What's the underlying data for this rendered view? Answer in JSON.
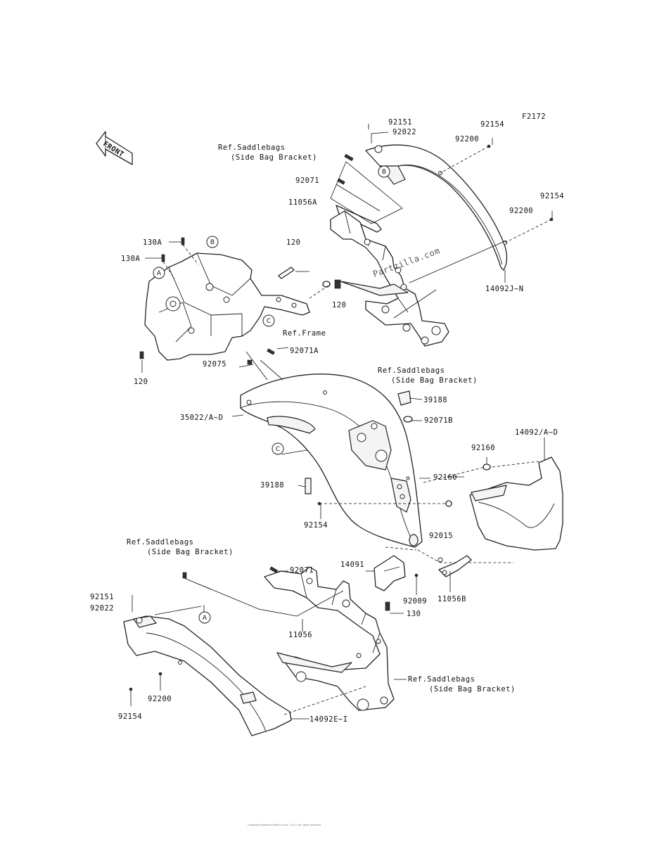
{
  "figure_code": "F2172",
  "front_label": "FRONT",
  "watermark": "Partzilla.com",
  "footer": "Copyright Kawasaki Motors Corp., U.S.A. All rights reserved.",
  "labels": {
    "p92151_top": "92151",
    "p92022_top": "92022",
    "p92154_top": "92154",
    "p92200_top": "92200",
    "ref_sb_top_1": "Ref.Saddlebags",
    "ref_sb_top_2": "(Side Bag Bracket)",
    "p92071_top": "92071",
    "p11056a": "11056A",
    "p92154_mid": "92154",
    "p92200_mid": "92200",
    "p130a_1": "130A",
    "p130a_2": "130A",
    "p120_top": "120",
    "p120_mid": "120",
    "ref_frame": "Ref.Frame",
    "p14092jn": "14092J~N",
    "p120_left": "120",
    "p92075": "92075",
    "p92071a": "92071A",
    "ref_sb_mid_1": "Ref.Saddlebags",
    "ref_sb_mid_2": "(Side Bag Bracket)",
    "p39188": "39188",
    "p35022": "35022/A~D",
    "p92071b": "92071B",
    "p14092ad": "14092/A~D",
    "p92160_1": "92160",
    "p92160_2": "92160",
    "p39188_2": "39188",
    "p92154_c": "92154",
    "p92015": "92015",
    "ref_sb_low_1": "Ref.Saddlebags",
    "ref_sb_low_2": "(Side Bag Bracket)",
    "p92071_low": "92071",
    "p14091": "14091",
    "p92009": "92009",
    "p11056b": "11056B",
    "p92151_low": "92151",
    "p92022_low": "92022",
    "p130": "130",
    "p11056": "11056",
    "ref_sb_bot_1": "Ref.Saddlebags",
    "ref_sb_bot_2": "(Side Bag Bracket)",
    "p92200_low": "92200",
    "p92154_low": "92154",
    "p14092ei": "14092E~I"
  },
  "callouts": {
    "a1": "A",
    "a2": "A",
    "b1": "B",
    "b2": "B",
    "c1": "C",
    "c2": "C"
  }
}
